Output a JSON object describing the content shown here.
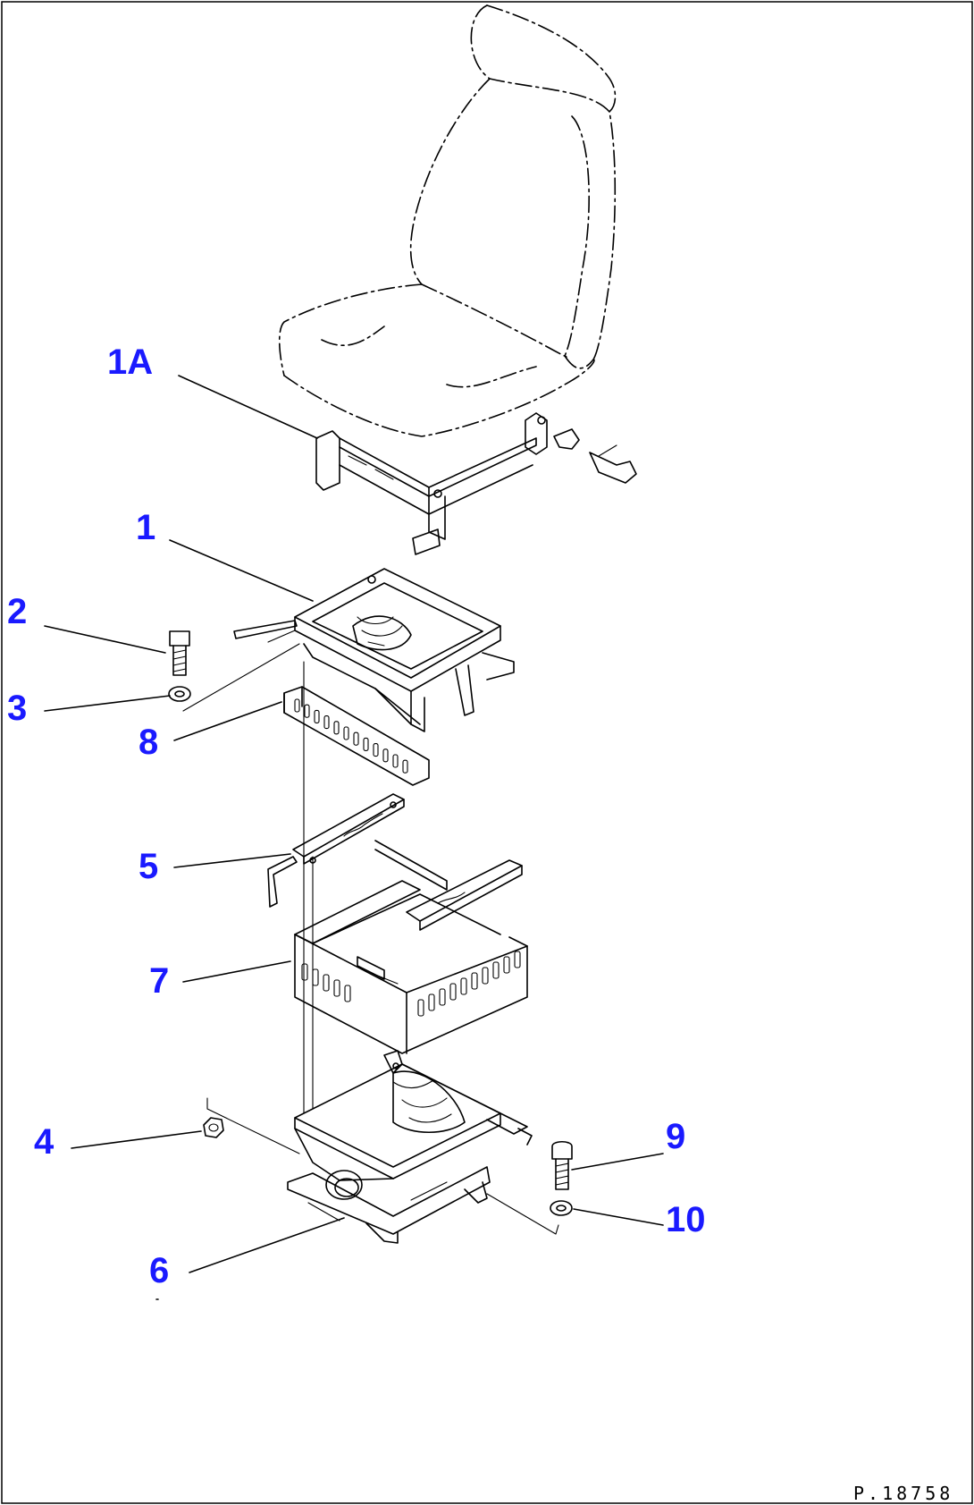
{
  "drawing_code": "P.18758",
  "callouts": [
    {
      "id": "1a",
      "text": "1A"
    },
    {
      "id": "1",
      "text": "1"
    },
    {
      "id": "2",
      "text": "2"
    },
    {
      "id": "3",
      "text": "3"
    },
    {
      "id": "8",
      "text": "8"
    },
    {
      "id": "5",
      "text": "5"
    },
    {
      "id": "7",
      "text": "7"
    },
    {
      "id": "4",
      "text": "4"
    },
    {
      "id": "9",
      "text": "9"
    },
    {
      "id": "10",
      "text": "10"
    },
    {
      "id": "6",
      "text": "6"
    }
  ],
  "colors": {
    "callout": "#1a1aff",
    "line": "#000000",
    "background": "#ffffff"
  }
}
